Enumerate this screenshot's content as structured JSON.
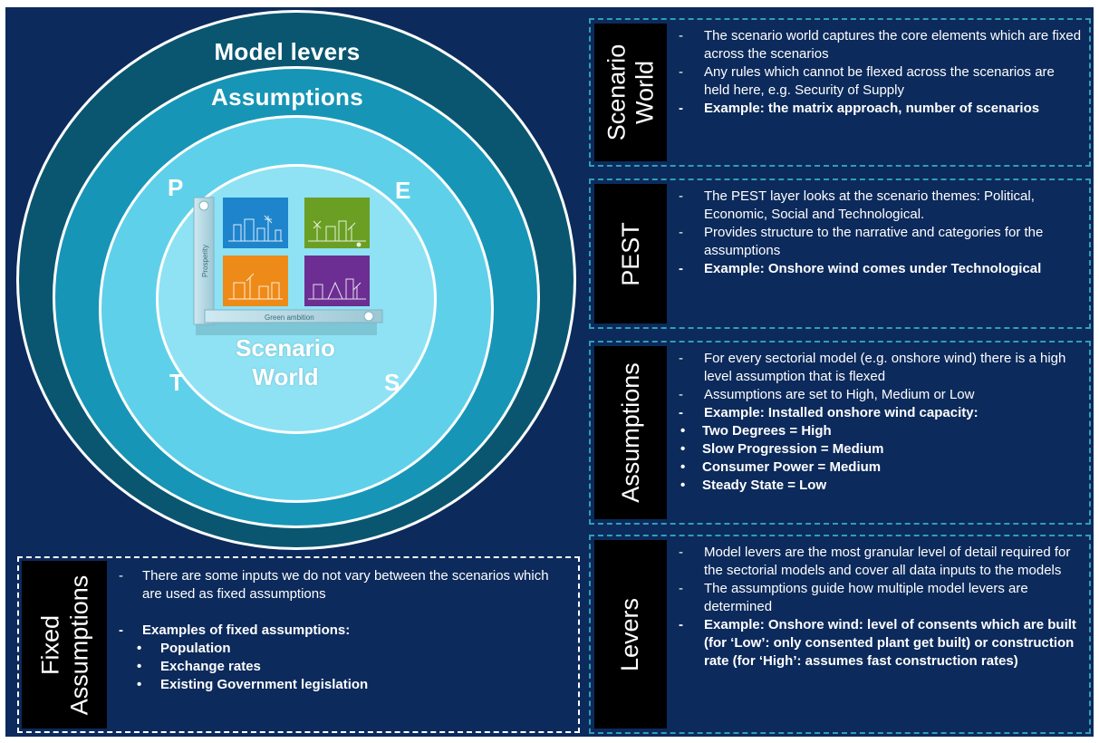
{
  "rings": {
    "model_levers": "Model levers",
    "assumptions": "Assumptions",
    "pest_letters": {
      "p": "P",
      "e": "E",
      "s": "S",
      "t": "T"
    },
    "scenario_world": {
      "line1": "Scenario",
      "line2": "World"
    }
  },
  "matrix": {
    "y_axis": "Prosperity",
    "x_axis": "Green ambition"
  },
  "panels": [
    {
      "tab": [
        "Scenario",
        "World"
      ],
      "bullets": [
        {
          "text": "The scenario world captures the core elements which are fixed across the scenarios",
          "bold": false
        },
        {
          "text": "Any rules which cannot be flexed across the scenarios are held here, e.g. Security of Supply",
          "bold": false
        },
        {
          "text": "Example: the matrix approach, number of scenarios",
          "bold": true
        }
      ]
    },
    {
      "tab": [
        "PEST"
      ],
      "bullets": [
        {
          "text": "The PEST layer looks at the scenario themes: Political, Economic, Social and Technological.",
          "bold": false
        },
        {
          "text": "Provides structure to the narrative and categories for the assumptions",
          "bold": false
        },
        {
          "text": "Example: Onshore wind comes under Technological",
          "bold": true
        }
      ]
    },
    {
      "tab": [
        "Assumptions"
      ],
      "bullets": [
        {
          "text": "For every sectorial model (e.g. onshore wind) there is a high level assumption that is flexed",
          "bold": false
        },
        {
          "text": "Assumptions are set to High, Medium or Low",
          "bold": false
        },
        {
          "text": "Example: Installed onshore wind capacity:",
          "bold": true
        }
      ],
      "sub_bullets": [
        "Two Degrees = High",
        "Slow Progression = Medium",
        "Consumer Power = Medium",
        "Steady State = Low"
      ]
    },
    {
      "tab": [
        "Levers"
      ],
      "bullets": [
        {
          "text": "Model levers are the most granular level of detail required for the sectorial models and cover all data inputs to the models",
          "bold": false
        },
        {
          "text": "The assumptions guide how multiple model levers are determined",
          "bold": false
        },
        {
          "text": "Example: Onshore wind: level of consents which are built (for ‘Low’: only consented plant get built) or construction rate (for ‘High’: assumes fast construction rates)",
          "bold": true
        }
      ]
    }
  ],
  "fixed": {
    "tab": [
      "Fixed",
      "Assumptions"
    ],
    "intro": "There are some inputs we do not vary between the scenarios which are used as fixed assumptions",
    "examples_heading": "Examples of fixed assumptions:",
    "examples": [
      "Population",
      "Exchange rates",
      "Existing Government legislation"
    ]
  },
  "colors": {
    "background": "#0c2a5b",
    "ring_outer": "#0a5670",
    "ring_middle": "#1795b6",
    "ring_inner": "#5fd0ea",
    "ring_core": "#8ee2f4",
    "dashed_border": "#2f9fb5",
    "tile_blue": "#1e84cc",
    "tile_green": "#6a9f24",
    "tile_orange": "#ee8a18",
    "tile_purple": "#6c2e93"
  }
}
